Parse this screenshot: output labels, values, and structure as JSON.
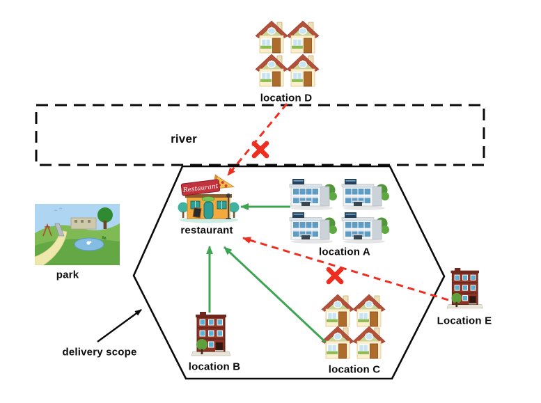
{
  "diagram": {
    "labels": {
      "location_d": "location D",
      "river": "river",
      "restaurant": "restaurant",
      "location_a": "location A",
      "park": "park",
      "location_b": "location B",
      "location_c": "location C",
      "location_e": "Location E",
      "delivery_scope": "delivery scope",
      "restaurant_sign": "Restaurant"
    },
    "colors": {
      "allowed_route": "#3DA552",
      "blocked_route": "#EE2E20",
      "outline": "#0A0A0A"
    },
    "buildings": {
      "location_d": {
        "icon": "house-icon",
        "count": 4
      },
      "location_a": {
        "icon": "office-building-icon",
        "count": 4
      },
      "location_b": {
        "icon": "apartment-building-icon",
        "count": 1
      },
      "location_c": {
        "icon": "house-icon",
        "count": 4
      },
      "location_e": {
        "icon": "apartment-building-icon",
        "count": 1
      }
    },
    "edges": [
      {
        "from": "location A",
        "to": "restaurant",
        "status": "allowed"
      },
      {
        "from": "location B",
        "to": "restaurant",
        "status": "allowed"
      },
      {
        "from": "location C",
        "to": "restaurant",
        "status": "allowed"
      },
      {
        "from": "location D",
        "to": "restaurant",
        "status": "blocked",
        "marker": "red-x"
      },
      {
        "from": "Location E",
        "to": "restaurant",
        "status": "blocked",
        "marker": "red-x"
      }
    ]
  }
}
